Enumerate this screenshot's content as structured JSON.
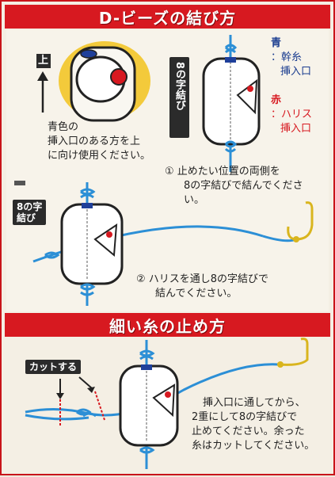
{
  "title": "D-ビーズの結び方",
  "section2_title": "細い糸の止め方",
  "top_label": "上",
  "label_8knot_vertical": "8の字結び",
  "legend": {
    "blue_key": "青",
    "blue_text1": "：幹糸",
    "blue_text2": "挿入口",
    "red_key": "赤",
    "red_text1": "：ハリス",
    "red_text2": "挿入口"
  },
  "note_top": [
    "青色の",
    "挿入口のある方を上",
    "に向け使用ください。"
  ],
  "step1": [
    "① 止めたい位置の両側を",
    "8の字結びで結んでくださ",
    "い。"
  ],
  "label_8knot_side": [
    "8の字",
    "結び"
  ],
  "step2": [
    "② ハリスを通し8の字結びで",
    "結んでください。"
  ],
  "cut_label": "カットする",
  "step3": [
    "挿入口に通してから、",
    "2重にして8の字結びで",
    "止めてください。余った",
    "糸はカットしてください。"
  ],
  "colors": {
    "red": "#d71920",
    "line": "#2c8fd6",
    "dark": "#2b2b2b",
    "hook": "#d9b51e",
    "bead_blue": "#1e3f9a"
  }
}
